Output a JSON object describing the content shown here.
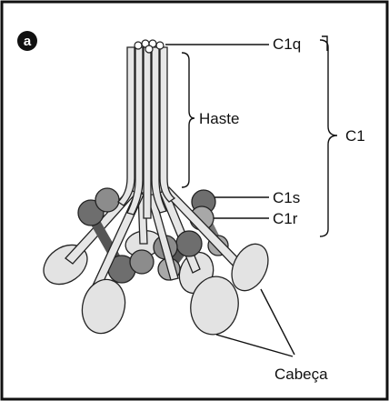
{
  "panel": {
    "letter": "a"
  },
  "labels": {
    "c1q": "C1q",
    "c1": "C1",
    "haste": "Haste",
    "c1s": "C1s",
    "c1r": "C1r",
    "cabeca": "Cabeça"
  },
  "colors": {
    "frame": "#111111",
    "stalk_fill": "#e6e6e6",
    "head_fill": "#e3e3e3",
    "protease_dark": "#6e6e6e",
    "protease_mid": "#8c8c8c",
    "protease_light": "#a8a8a8",
    "stroke": "#222222"
  }
}
